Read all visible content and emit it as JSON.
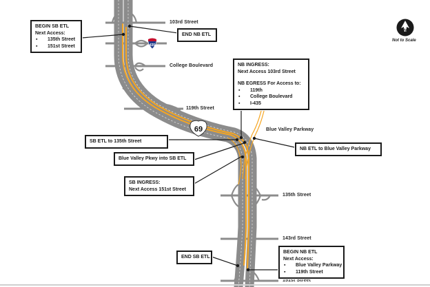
{
  "map": {
    "highway": "US-69",
    "highway_shield_label": "69",
    "interstate_shield_label": "435",
    "scale_note": "Not to Scale",
    "north_label": "N",
    "colors": {
      "road": "#8a8a8a",
      "road_dark": "#6e6e6e",
      "express_lane": "#f5a623",
      "callout_border": "#1a1a1a",
      "interstate_blue": "#1f3a8a",
      "interstate_red": "#c8102e"
    }
  },
  "streets": [
    {
      "id": "103rd",
      "label": "103rd Street"
    },
    {
      "id": "i435",
      "label": "I-435"
    },
    {
      "id": "college",
      "label": "College Boulevard"
    },
    {
      "id": "119th",
      "label": "119th Street"
    },
    {
      "id": "bvp",
      "label": "Blue Valley Parkway"
    },
    {
      "id": "135th",
      "label": "135th Street"
    },
    {
      "id": "143rd",
      "label": "143rd Street"
    },
    {
      "id": "151st",
      "label": "151st Street"
    }
  ],
  "callouts": {
    "begin_sb": {
      "title": "BEGIN SB ETL",
      "subtitle": "Next Access:",
      "items": [
        "135th Street",
        "151st Street"
      ]
    },
    "end_nb": {
      "title": "END NB ETL"
    },
    "nb_ingress": {
      "title": "NB INGRESS:",
      "subtitle": "Next Access 103rd Street",
      "egress_title": "NB EGRESS For Access to:",
      "items": [
        "119th",
        "College Boulevard",
        "I-435"
      ]
    },
    "sb_to_135": {
      "title": "SB ETL to 135th Street"
    },
    "bvp_into_sb": {
      "title": "Blue Valley Pkwy into SB ETL"
    },
    "nb_to_bvp": {
      "title": "NB ETL to Blue Valley Parkway"
    },
    "sb_ingress": {
      "title": "SB INGRESS:",
      "subtitle": "Next Access 151st Street"
    },
    "end_sb": {
      "title": "END SB ETL"
    },
    "begin_nb": {
      "title": "BEGIN NB ETL",
      "subtitle": "Next Access:",
      "items": [
        "Blue Valley Parkway",
        "119th Street"
      ]
    }
  }
}
